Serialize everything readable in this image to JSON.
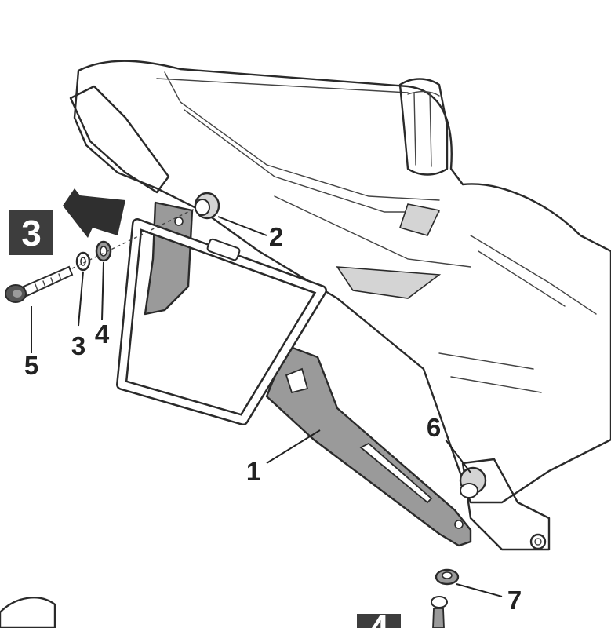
{
  "diagram": {
    "step_number": "3",
    "colors": {
      "step_badge": "#3d3d3d",
      "bracket_fill": "#9a9a9a",
      "body_fill": "#ffffff",
      "shadow_fill": "#d4d4d4",
      "ink": "#222222"
    },
    "callouts": {
      "c1": "1",
      "c2": "2",
      "c3": "3",
      "c4": "4",
      "c5": "5",
      "c6": "6",
      "c7": "7"
    },
    "partial_step_visible": "4"
  }
}
